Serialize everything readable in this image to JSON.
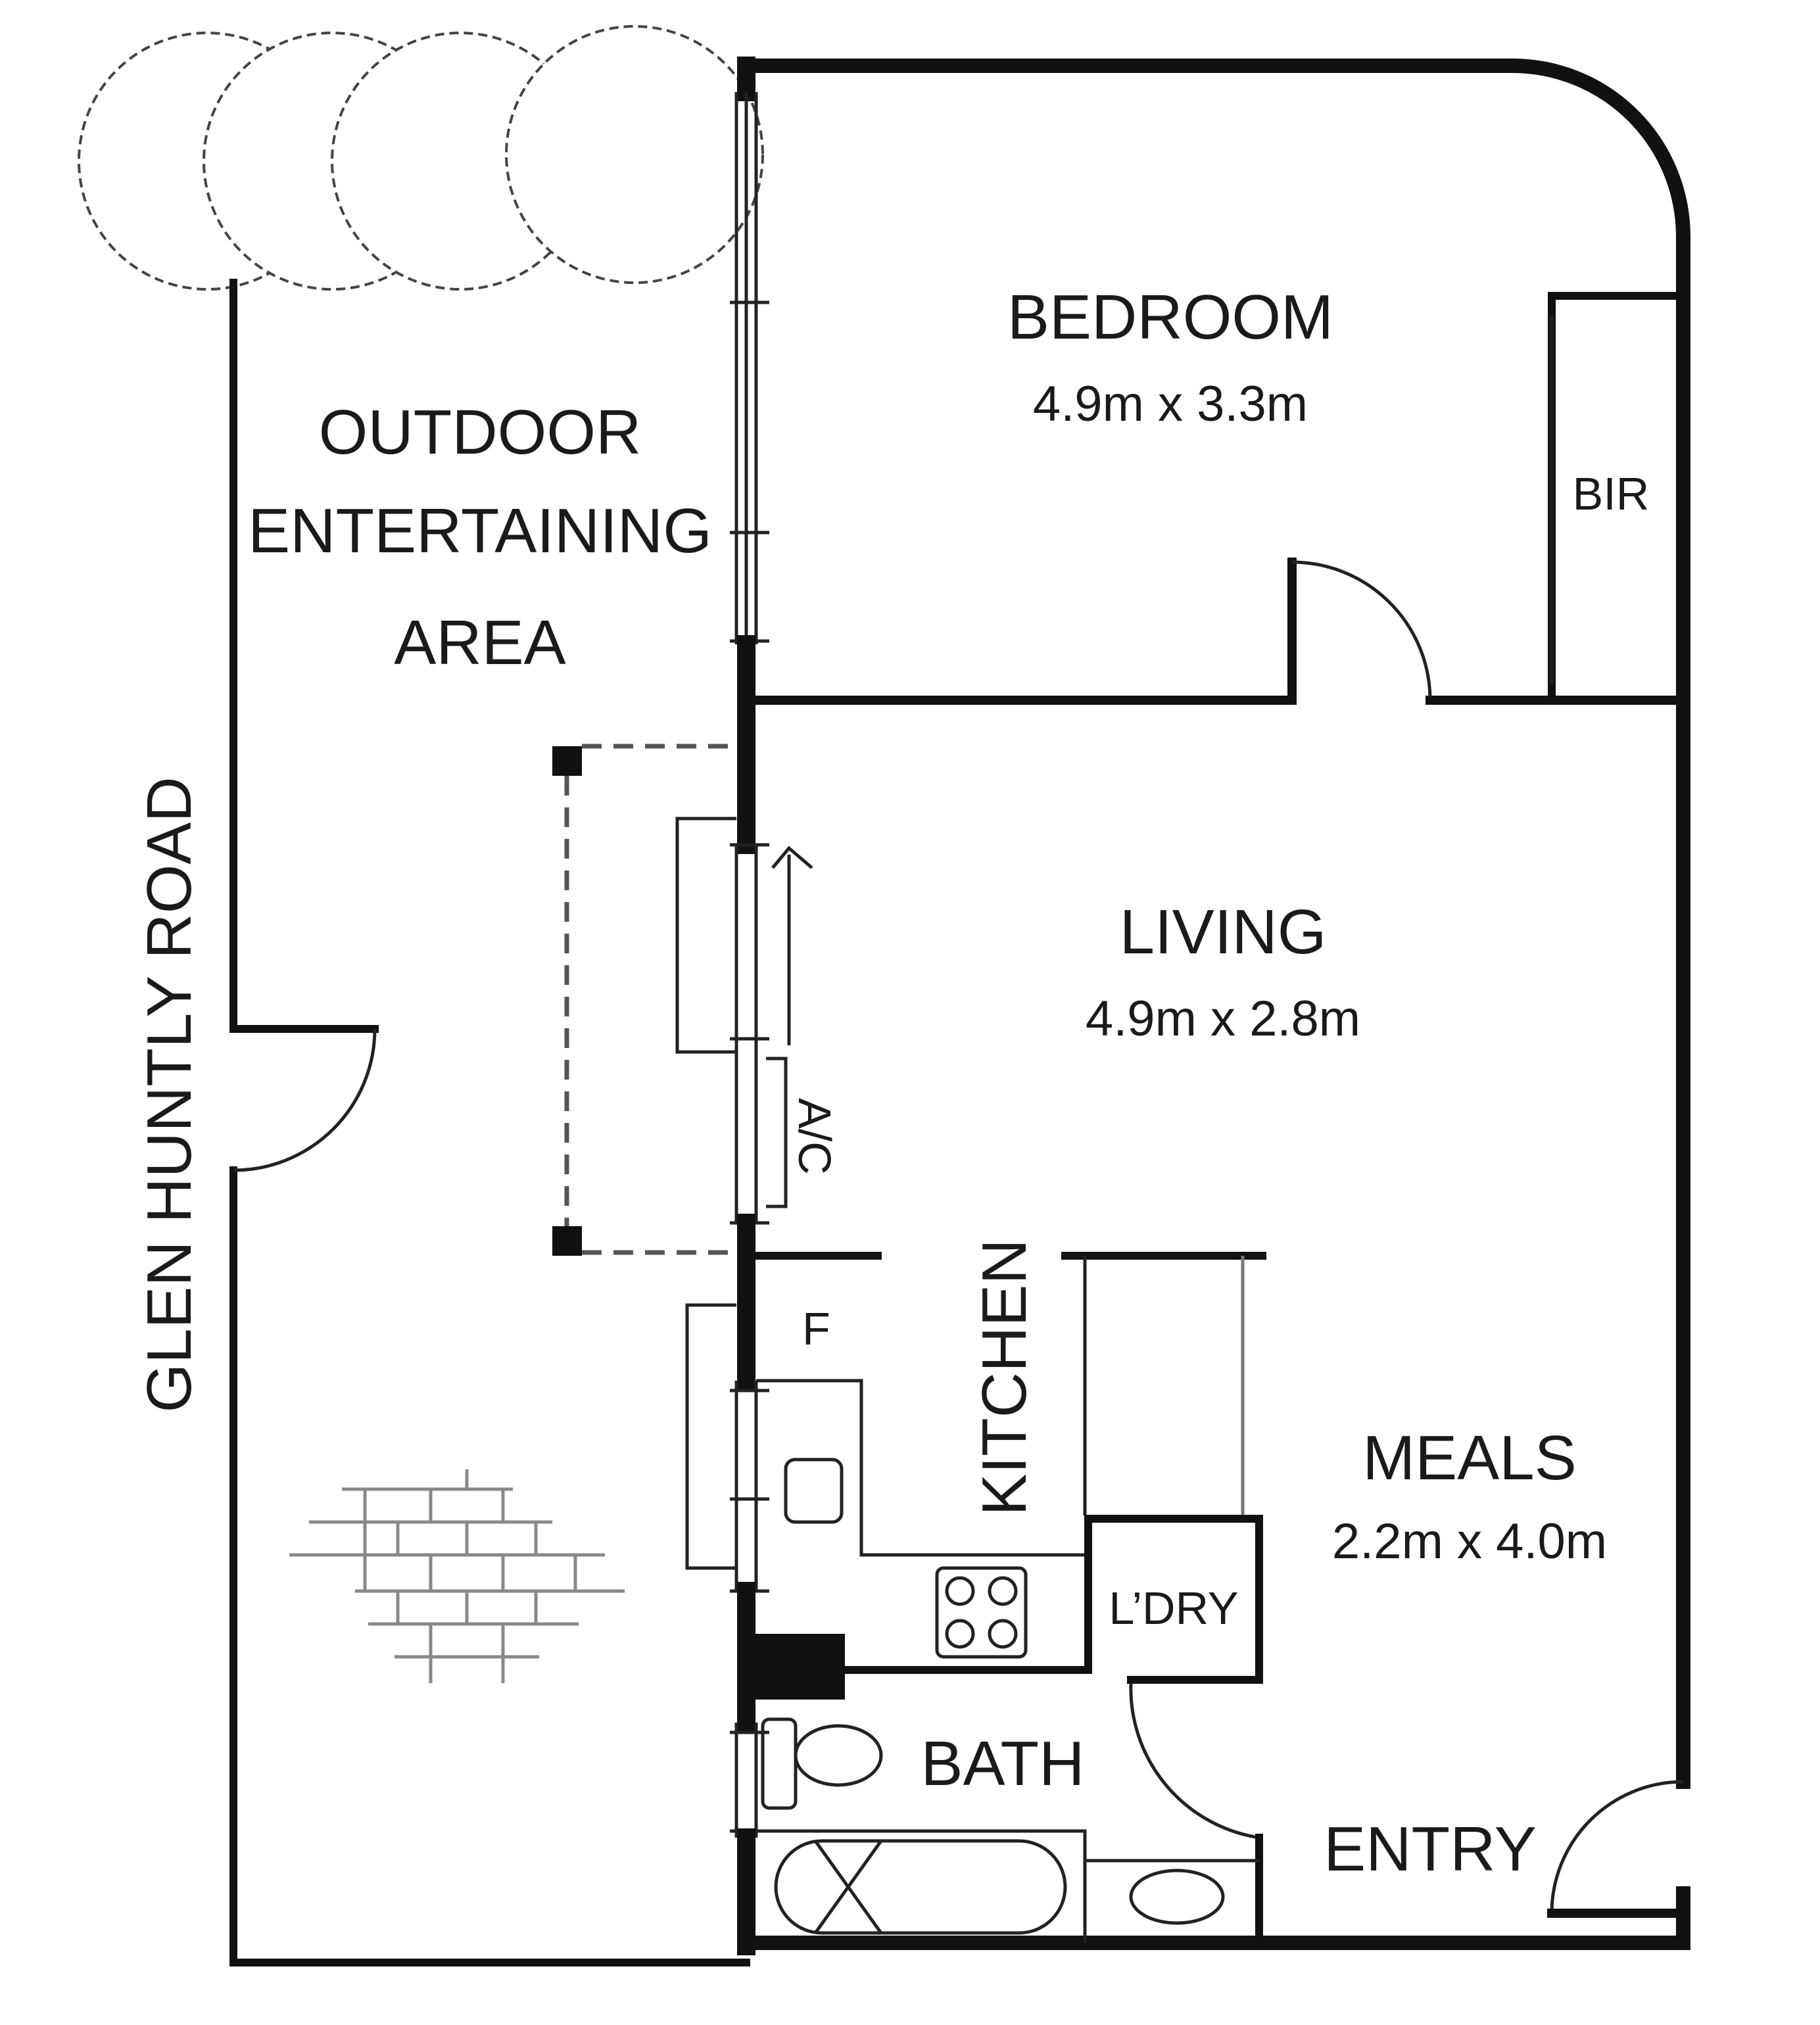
{
  "plan": {
    "street": "GLEN HUNTLY ROAD",
    "rooms": [
      {
        "id": "outdoor",
        "name_lines": [
          "OUTDOOR",
          "ENTERTAINING",
          "AREA"
        ],
        "dimensions": ""
      },
      {
        "id": "bedroom",
        "name": "BEDROOM",
        "dimensions": "4.9m x 3.3m"
      },
      {
        "id": "bir",
        "name": "BIR",
        "dimensions": ""
      },
      {
        "id": "living",
        "name": "LIVING",
        "dimensions": "4.9m x 2.8m"
      },
      {
        "id": "kitchen",
        "name": "KITCHEN",
        "dimensions": ""
      },
      {
        "id": "meals",
        "name": "MEALS",
        "dimensions": "2.2m x 4.0m"
      },
      {
        "id": "laundry",
        "name": "L’DRY",
        "dimensions": ""
      },
      {
        "id": "bath",
        "name": "BATH",
        "dimensions": ""
      },
      {
        "id": "entry",
        "name": "ENTRY",
        "dimensions": ""
      }
    ],
    "fixtures": {
      "ac": "A/C",
      "fridge": "F"
    },
    "colors": {
      "wall": "#111111",
      "line": "#222222",
      "grey_line": "#777777",
      "background": "#ffffff"
    }
  }
}
